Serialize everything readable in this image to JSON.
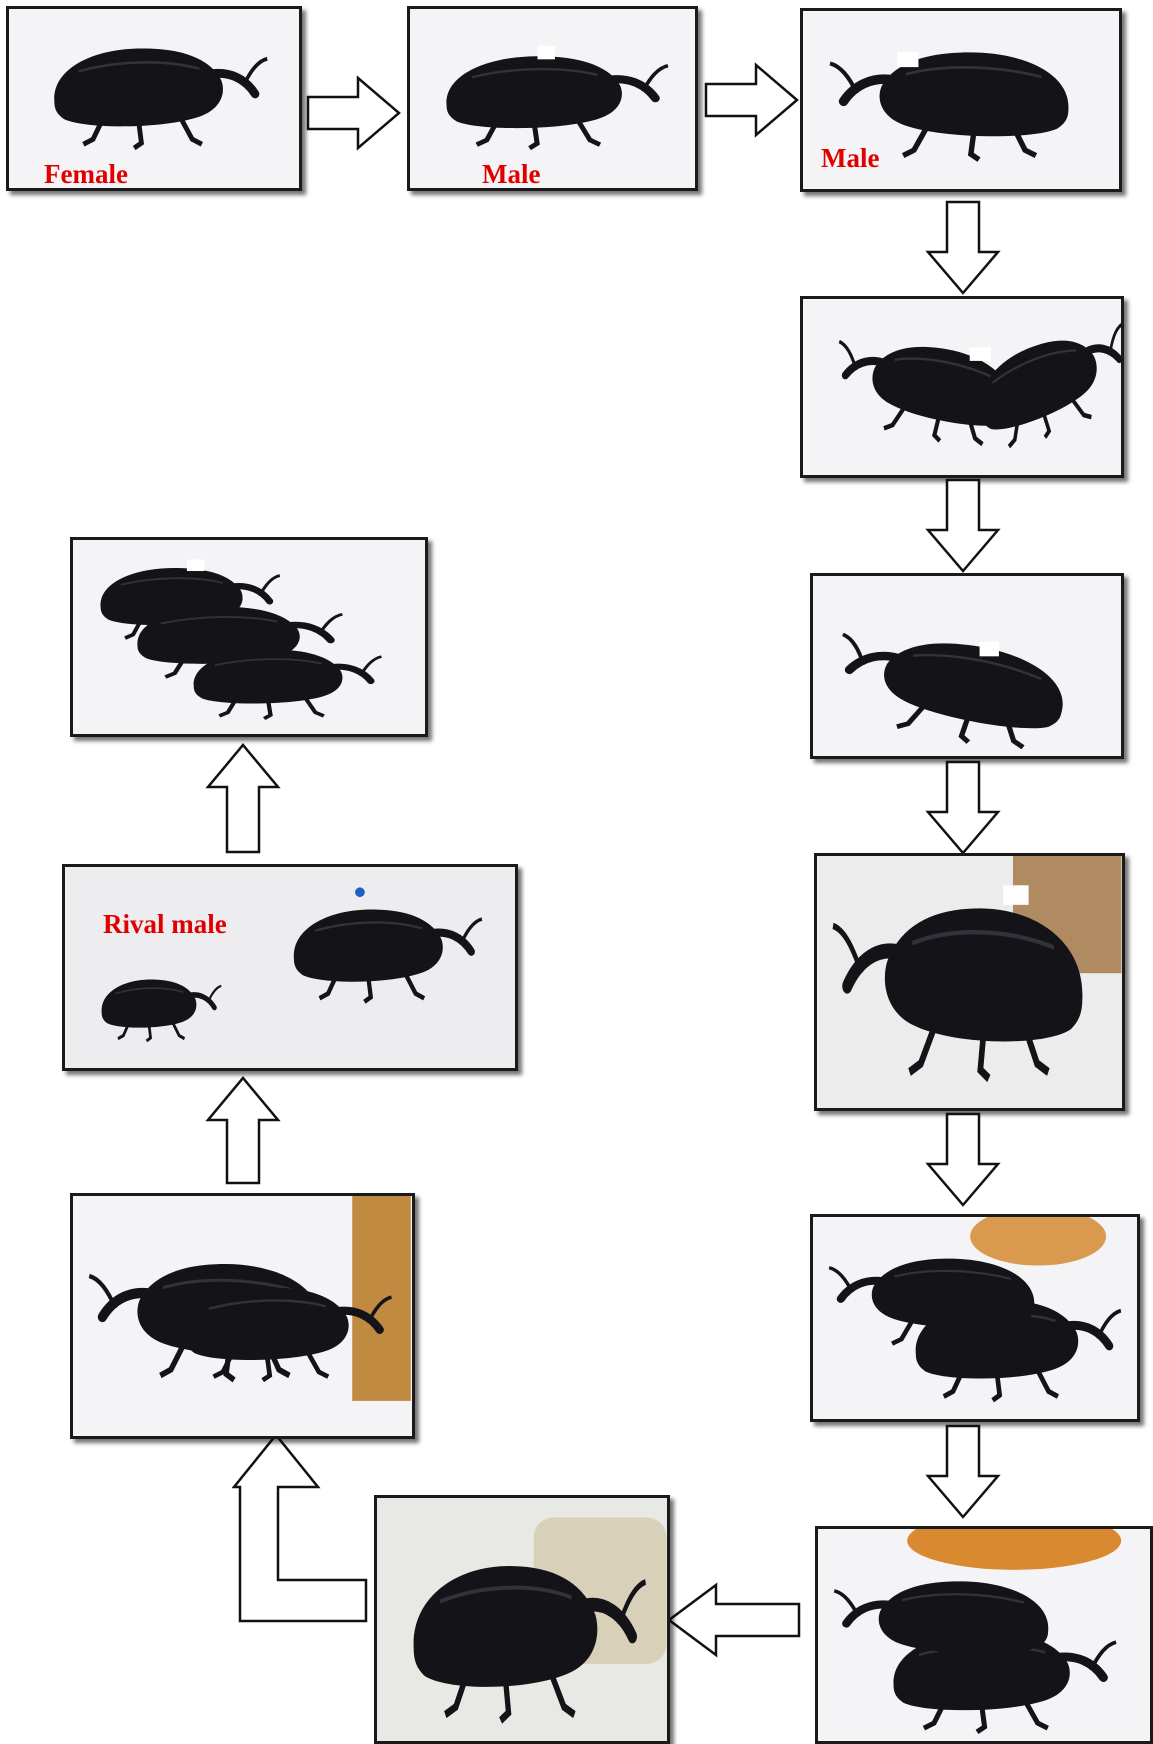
{
  "title": "",
  "labels": {
    "female": "Female",
    "male1": "Male",
    "male2": "Male",
    "rival": "Rival male"
  },
  "colors": {
    "label_red": "#e00000",
    "frame": "#1a1a1a",
    "beetle": "#141418",
    "arrow_stroke": "#111111",
    "arrow_fill": "#ffffff"
  },
  "panels": [
    {
      "id": "p1",
      "content": "female weevil"
    },
    {
      "id": "p2",
      "content": "male weevil"
    },
    {
      "id": "p3",
      "content": "male weevil"
    },
    {
      "id": "p4",
      "content": "male approaching female"
    },
    {
      "id": "p5",
      "content": "male mounting"
    },
    {
      "id": "p6",
      "content": "mating pair close-up"
    },
    {
      "id": "p7",
      "content": "mating pair"
    },
    {
      "id": "p8",
      "content": "mating pair"
    },
    {
      "id": "p9",
      "content": "mating pair near container"
    },
    {
      "id": "p10",
      "content": "mating pair near bark"
    },
    {
      "id": "p11",
      "content": "rival male approaching mating pair"
    },
    {
      "id": "p12",
      "content": "three weevils stacked"
    }
  ]
}
